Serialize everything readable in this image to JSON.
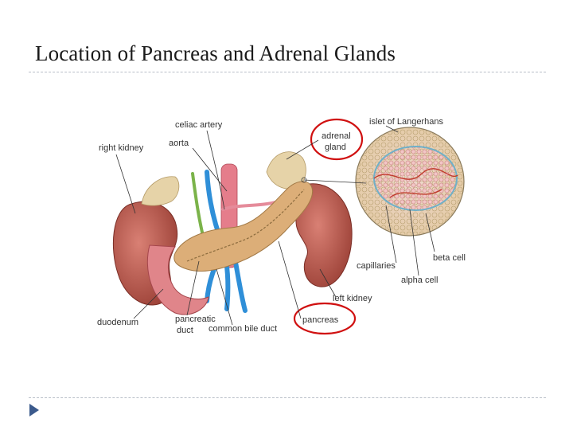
{
  "slide": {
    "title": "Location of Pancreas and Adrenal Glands"
  },
  "figure": {
    "labels": {
      "celiac_artery": "celiac artery",
      "aorta": "aorta",
      "right_kidney": "right kidney",
      "adrenal_line1": "adrenal",
      "adrenal_line2": "gland",
      "islet": "islet of Langerhans",
      "beta_cell": "beta cell",
      "capillaries": "capillaries",
      "alpha_cell": "alpha cell",
      "left_kidney": "left kidney",
      "duodenum": "duodenum",
      "pancreatic_line1": "pancreatic",
      "pancreatic_line2": "duct",
      "common_bile_duct": "common bile duct",
      "pancreas": "pancreas"
    },
    "colors": {
      "highlight": "#d01010",
      "kidney": "#b8574a",
      "pancreas": "#d9a870",
      "aorta": "#e07080",
      "vein": "#2f8fd8"
    }
  }
}
